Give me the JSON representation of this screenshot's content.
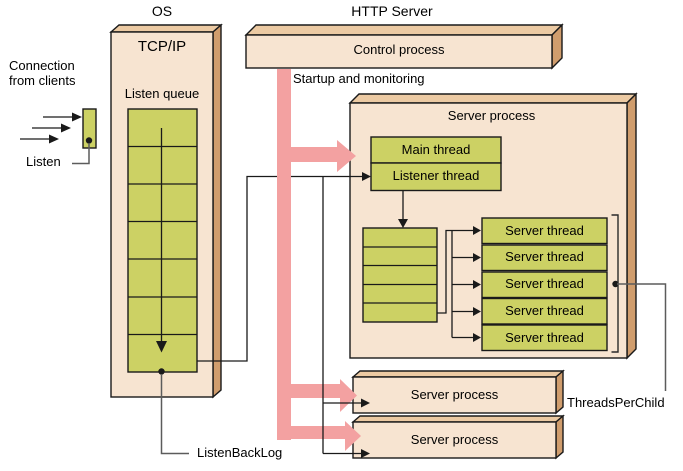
{
  "titles": {
    "os": "OS",
    "http_server": "HTTP Server"
  },
  "client": {
    "line1": "Connection",
    "line2": "from clients",
    "listen": "Listen"
  },
  "os_box": {
    "title": "TCP/IP",
    "queue_label": "Listen queue",
    "queue_cells": 7
  },
  "control": {
    "label": "Control process",
    "startup": "Startup and monitoring"
  },
  "server_process1": {
    "label": "Server process",
    "main_thread": "Main thread",
    "listener_thread": "Listener thread",
    "queue_cells": 5,
    "threads": [
      "Server thread",
      "Server thread",
      "Server thread",
      "Server thread",
      "Server thread"
    ]
  },
  "server_process2": {
    "label": "Server process"
  },
  "server_process3": {
    "label": "Server process"
  },
  "annotations": {
    "threads_per_child": "ThreadsPerChild",
    "listen_backlog": "ListenBackLog"
  },
  "colors": {
    "box_front": "#f7e4d1",
    "box_top": "#eccaa3",
    "box_side": "#d09d6d",
    "green": "#ccd164",
    "pink": "#f3a1a1",
    "line": "#1a1a1a",
    "pointer": "#5c5c5c"
  }
}
